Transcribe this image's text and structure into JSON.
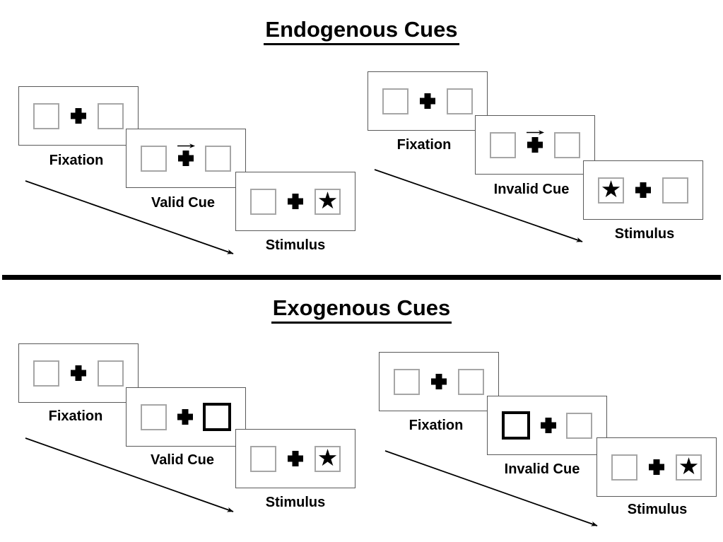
{
  "colors": {
    "background": "#ffffff",
    "panel_border": "#595959",
    "box_border": "#a6a6a6",
    "cue_box_border": "#000000",
    "ink": "#000000"
  },
  "glyphs": {
    "star": "★"
  },
  "sections": [
    {
      "id": "endogenous",
      "title": "Endogenous Cues",
      "sequences": [
        {
          "id": "valid",
          "cue_style": "central-arrow-right",
          "target_side": "right",
          "panels": {
            "fixation": "Fixation",
            "cue": "Valid Cue",
            "stimulus": "Stimulus"
          }
        },
        {
          "id": "invalid",
          "cue_style": "central-arrow-right",
          "target_side": "left",
          "panels": {
            "fixation": "Fixation",
            "cue": "Invalid Cue",
            "stimulus": "Stimulus"
          }
        }
      ]
    },
    {
      "id": "exogenous",
      "title": "Exogenous Cues",
      "sequences": [
        {
          "id": "valid",
          "cue_style": "peripheral-box-right",
          "target_side": "right",
          "panels": {
            "fixation": "Fixation",
            "cue": "Valid Cue",
            "stimulus": "Stimulus"
          }
        },
        {
          "id": "invalid",
          "cue_style": "peripheral-box-left",
          "target_side": "right",
          "panels": {
            "fixation": "Fixation",
            "cue": "Invalid Cue",
            "stimulus": "Stimulus"
          }
        }
      ]
    }
  ]
}
